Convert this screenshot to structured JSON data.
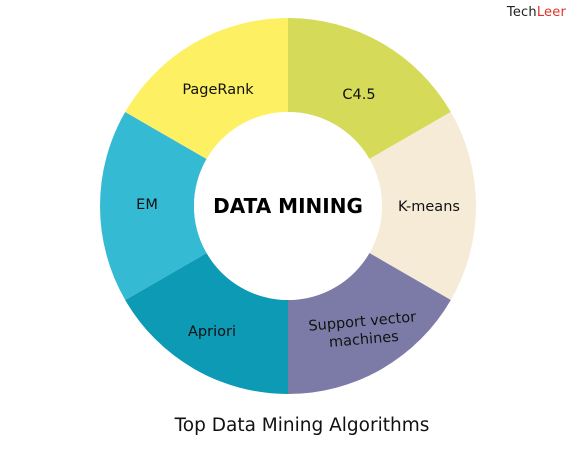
{
  "brand": {
    "part1": "Tech",
    "part2": "Leer",
    "colors": {
      "part1": "#222222",
      "part2": "#e2332a"
    }
  },
  "center": {
    "label": "DATA MINING"
  },
  "segments": [
    {
      "label_lines": [
        "C4.5"
      ],
      "color": "#d5db59"
    },
    {
      "label_lines": [
        "K-means"
      ],
      "color": "#f5ebd6"
    },
    {
      "label_lines": [
        "Support vector",
        "machines"
      ],
      "color": "#7c7ba8"
    },
    {
      "label_lines": [
        "Apriori"
      ],
      "color": "#0d9ab5"
    },
    {
      "label_lines": [
        "EM"
      ],
      "color": "#35bad4"
    },
    {
      "label_lines": [
        "PageRank"
      ],
      "color": "#fdf063"
    }
  ],
  "caption": "Top Data Mining Algorithms"
}
